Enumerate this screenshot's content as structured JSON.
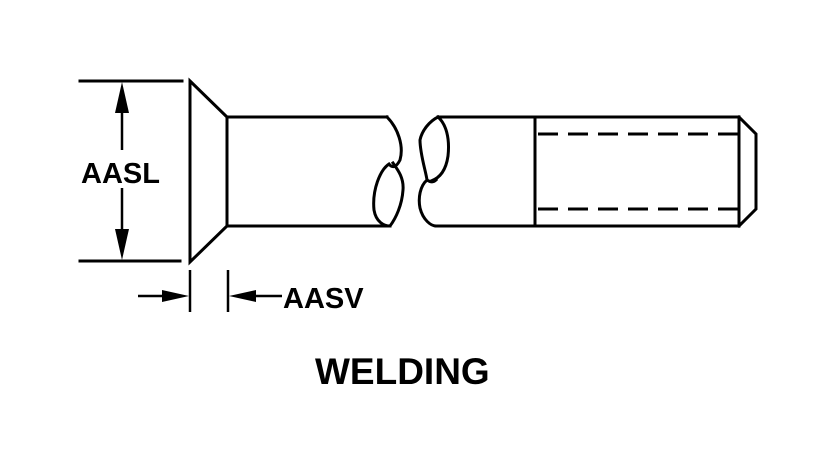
{
  "diagram": {
    "title": "WELDING",
    "subject": "flat-head welding stud (broken-view)",
    "dimensions": {
      "head_diameter_label": "AASL",
      "head_thickness_label": "AASV"
    },
    "colors": {
      "line": "#000000",
      "background": "#ffffff"
    }
  }
}
